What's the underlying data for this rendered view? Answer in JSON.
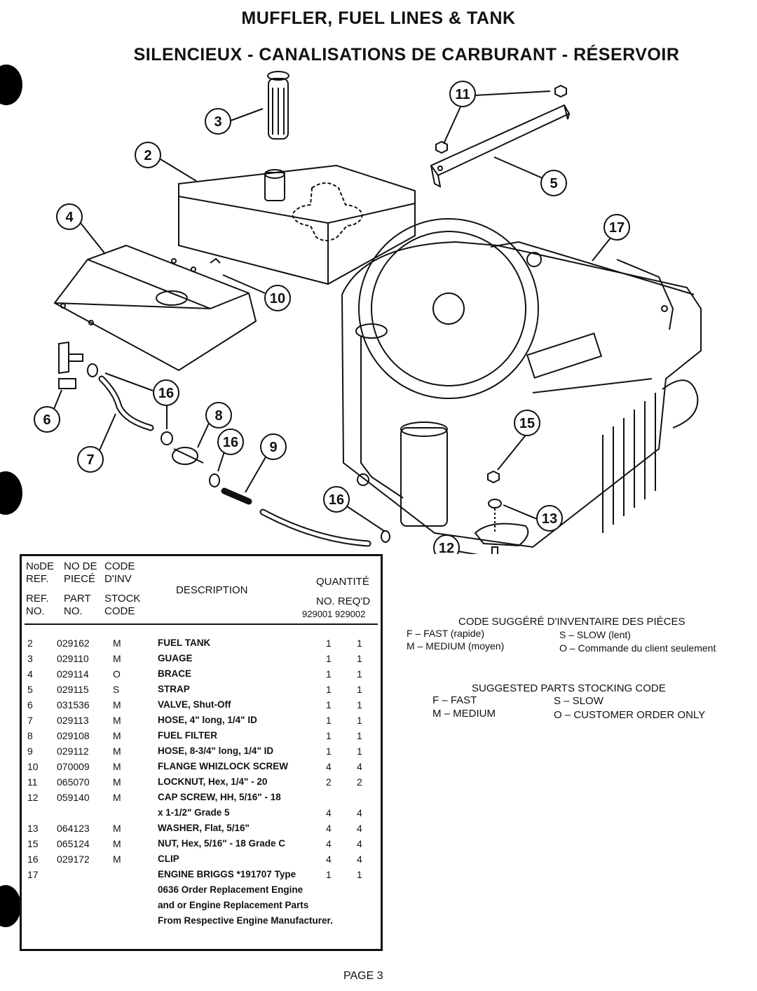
{
  "title": "MUFFLER, FUEL LINES & TANK",
  "subtitle": "SILENCIEUX - CANALISATIONS DE CARBURANT - RÉSERVOIR",
  "callouts": [
    "3",
    "11",
    "2",
    "5",
    "4",
    "17",
    "10",
    "16",
    "8",
    "16",
    "6",
    "9",
    "15",
    "7",
    "16",
    "13",
    "12"
  ],
  "table": {
    "header_fr_ref": [
      "NoDE",
      "REF."
    ],
    "header_fr_piece": [
      "NO DE",
      "PIECÉ"
    ],
    "header_fr_code": [
      "CODE",
      "D'INV"
    ],
    "header_en_ref": [
      "REF.",
      "NO."
    ],
    "header_en_part": [
      "PART",
      "NO."
    ],
    "header_en_stock": [
      "STOCK",
      "CODE"
    ],
    "header_description": "DESCRIPTION",
    "header_quantite": "QUANTITÉ",
    "header_noreq": "NO. REQ'D",
    "header_models": "929001 929002",
    "rows": [
      {
        "ref": "2",
        "part": "029162",
        "code": "M",
        "desc": "FUEL TANK",
        "q1": "1",
        "q2": "1"
      },
      {
        "ref": "3",
        "part": "029110",
        "code": "M",
        "desc": "GUAGE",
        "q1": "1",
        "q2": "1"
      },
      {
        "ref": "4",
        "part": "029114",
        "code": "O",
        "desc": "BRACE",
        "q1": "1",
        "q2": "1"
      },
      {
        "ref": "5",
        "part": "029115",
        "code": "S",
        "desc": "STRAP",
        "q1": "1",
        "q2": "1"
      },
      {
        "ref": "6",
        "part": "031536",
        "code": "M",
        "desc": "VALVE, Shut-Off",
        "q1": "1",
        "q2": "1"
      },
      {
        "ref": "7",
        "part": "029113",
        "code": "M",
        "desc": "HOSE, 4\" long, 1/4\" ID",
        "q1": "1",
        "q2": "1"
      },
      {
        "ref": "8",
        "part": "029108",
        "code": "M",
        "desc": "FUEL FILTER",
        "q1": "1",
        "q2": "1"
      },
      {
        "ref": "9",
        "part": "029112",
        "code": "M",
        "desc": "HOSE, 8-3/4\" long, 1/4\" ID",
        "q1": "1",
        "q2": "1"
      },
      {
        "ref": "10",
        "part": "070009",
        "code": "M",
        "desc": "FLANGE WHIZLOCK SCREW",
        "q1": "4",
        "q2": "4"
      },
      {
        "ref": "11",
        "part": "065070",
        "code": "M",
        "desc": "LOCKNUT, Hex, 1/4\" - 20",
        "q1": "2",
        "q2": "2"
      },
      {
        "ref": "12",
        "part": "059140",
        "code": "M",
        "desc": "CAP SCREW, HH, 5/16\" - 18",
        "q1": "",
        "q2": ""
      },
      {
        "ref": "",
        "part": "",
        "code": "",
        "desc": "x 1-1/2\" Grade 5",
        "q1": "4",
        "q2": "4"
      },
      {
        "ref": "13",
        "part": "064123",
        "code": "M",
        "desc": "WASHER, Flat, 5/16\"",
        "q1": "4",
        "q2": "4"
      },
      {
        "ref": "15",
        "part": "065124",
        "code": "M",
        "desc": "NUT, Hex, 5/16\" - 18 Grade C",
        "q1": "4",
        "q2": "4"
      },
      {
        "ref": "16",
        "part": "029172",
        "code": "M",
        "desc": "CLIP",
        "q1": "4",
        "q2": "4"
      },
      {
        "ref": "17",
        "part": "",
        "code": "",
        "desc": "ENGINE BRIGGS *191707 Type",
        "q1": "1",
        "q2": "1"
      },
      {
        "ref": "",
        "part": "",
        "code": "",
        "desc": "0636 Order Replacement Engine",
        "q1": "",
        "q2": ""
      },
      {
        "ref": "",
        "part": "",
        "code": "",
        "desc": "and or Engine Replacement Parts",
        "q1": "",
        "q2": ""
      },
      {
        "ref": "",
        "part": "",
        "code": "",
        "desc": "From Respective Engine Manufacturer.",
        "q1": "",
        "q2": ""
      }
    ]
  },
  "legend_fr": {
    "title": "CODE SUGGÉRÉ D'INVENTAIRE DES PIÉCES",
    "f": "F  – FAST (rapide)",
    "m": "M – MEDIUM (moyen)",
    "s": "S  – SLOW (lent)",
    "o": "O  – Commande du client seulement"
  },
  "legend_en": {
    "title": "SUGGESTED PARTS STOCKING CODE",
    "f": "F  – FAST",
    "m": "M – MEDIUM",
    "s": "S  – SLOW",
    "o": "O  – CUSTOMER ORDER ONLY"
  },
  "page": "PAGE 3"
}
